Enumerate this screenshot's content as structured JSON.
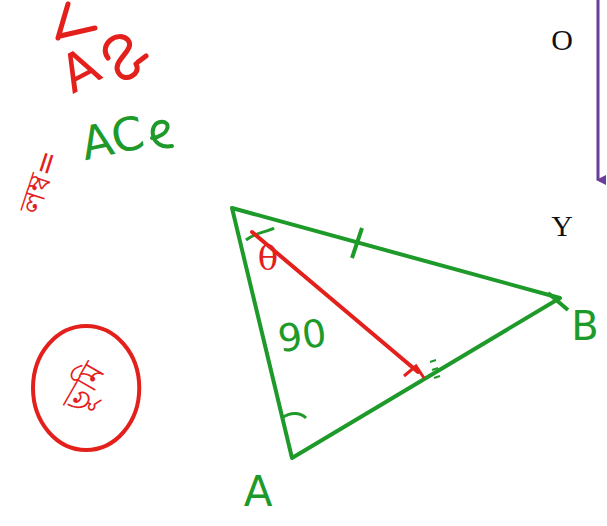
{
  "diagram": {
    "nodes": [
      {
        "text": [
          "ভূমি"
        ]
      }
    ],
    "labels": [
      "A",
      "AC",
      "লম্ব=",
      "θ",
      "90",
      "B",
      "A",
      "O",
      "Y"
    ]
  }
}
